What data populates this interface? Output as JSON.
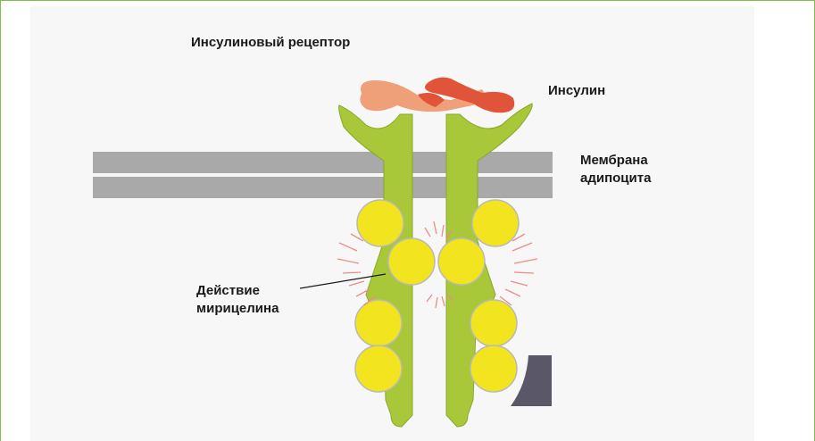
{
  "labels": {
    "receptor": "Инсулиновый рецептор",
    "insulin": "Инсулин",
    "membrane_line1": "Мембрана",
    "membrane_line2": "адипоцита",
    "action_line1": "Действие",
    "action_line2": "мирицелина"
  },
  "colors": {
    "frame": "#7cc04a",
    "receptor": "#a8c83a",
    "receptor_outline": "#8aa82a",
    "domain": "#f2e41e",
    "domain_outline": "#b9b9b9",
    "membrane": "#a9a9a9",
    "insulin_dark": "#e0553a",
    "insulin_light": "#f0a078",
    "ray": "#f08a8a",
    "dark_shape": "#5a5868"
  },
  "icons": {
    "insulin": "insulin-molecule-icon",
    "receptor": "receptor-icon",
    "membrane": "membrane-bilayer-icon",
    "domain": "kinase-domain-icon",
    "dark_shape": "dark-fragment-icon"
  }
}
